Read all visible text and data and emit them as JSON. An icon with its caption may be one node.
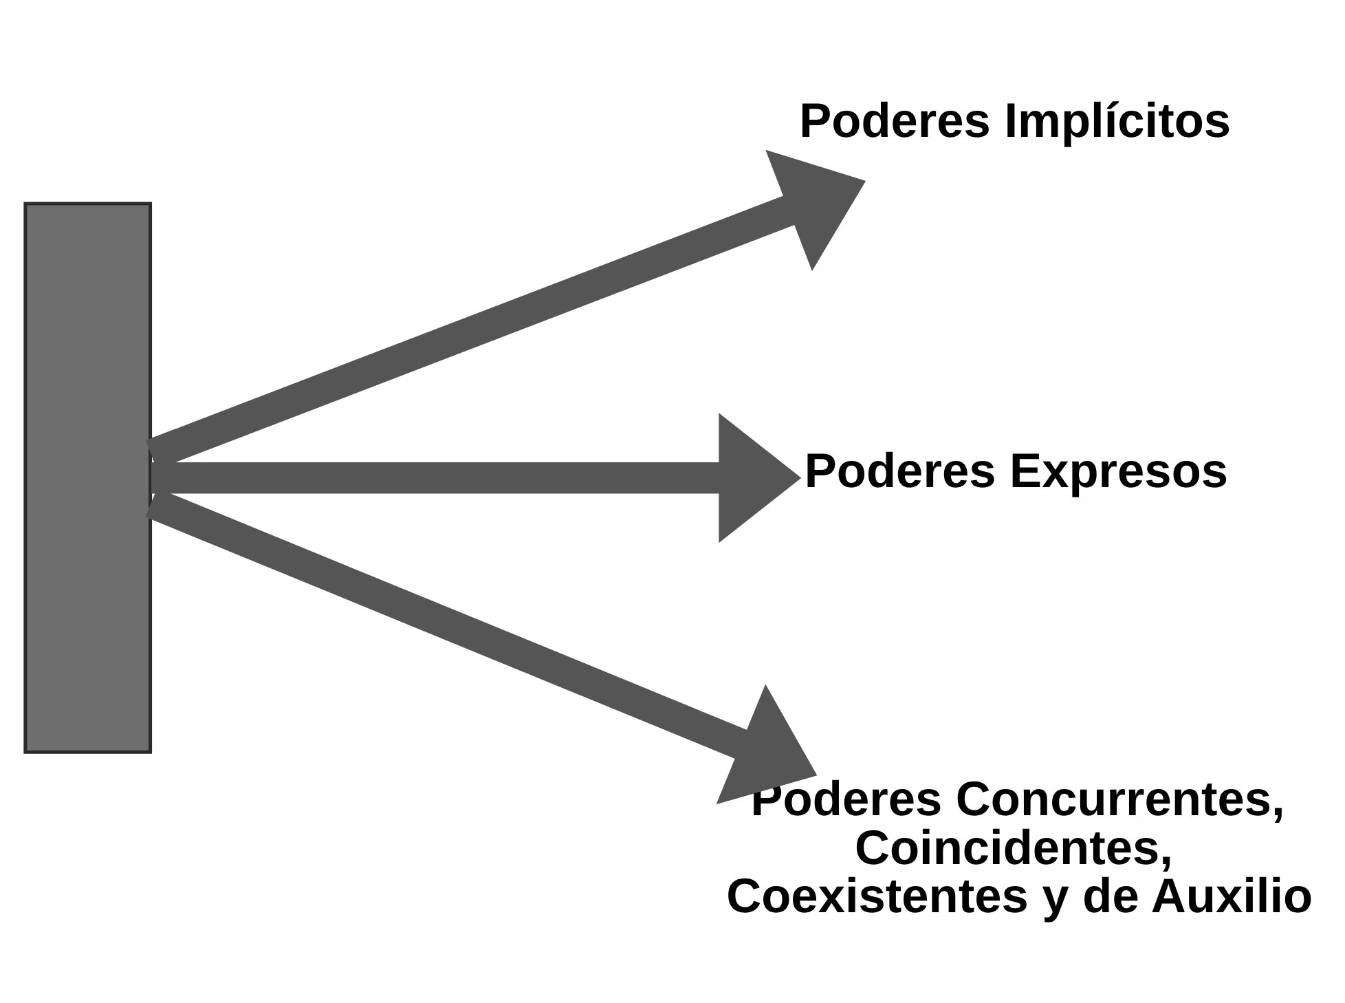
{
  "diagram": {
    "nodes": [
      {
        "text": [],
        "shape": "bar"
      },
      {
        "text": [
          "Poderes Implícitos"
        ]
      },
      {
        "text": [
          "Poderes Expresos"
        ]
      },
      {
        "text": [
          "Poderes Concurrentes, Coincidentes, Coexistentes y de Auxilio"
        ]
      }
    ],
    "edges": [
      {
        "from": 0,
        "to": 1,
        "arrow": "to"
      },
      {
        "from": 0,
        "to": 2,
        "arrow": "to"
      },
      {
        "from": 0,
        "to": 3,
        "arrow": "to"
      }
    ]
  }
}
